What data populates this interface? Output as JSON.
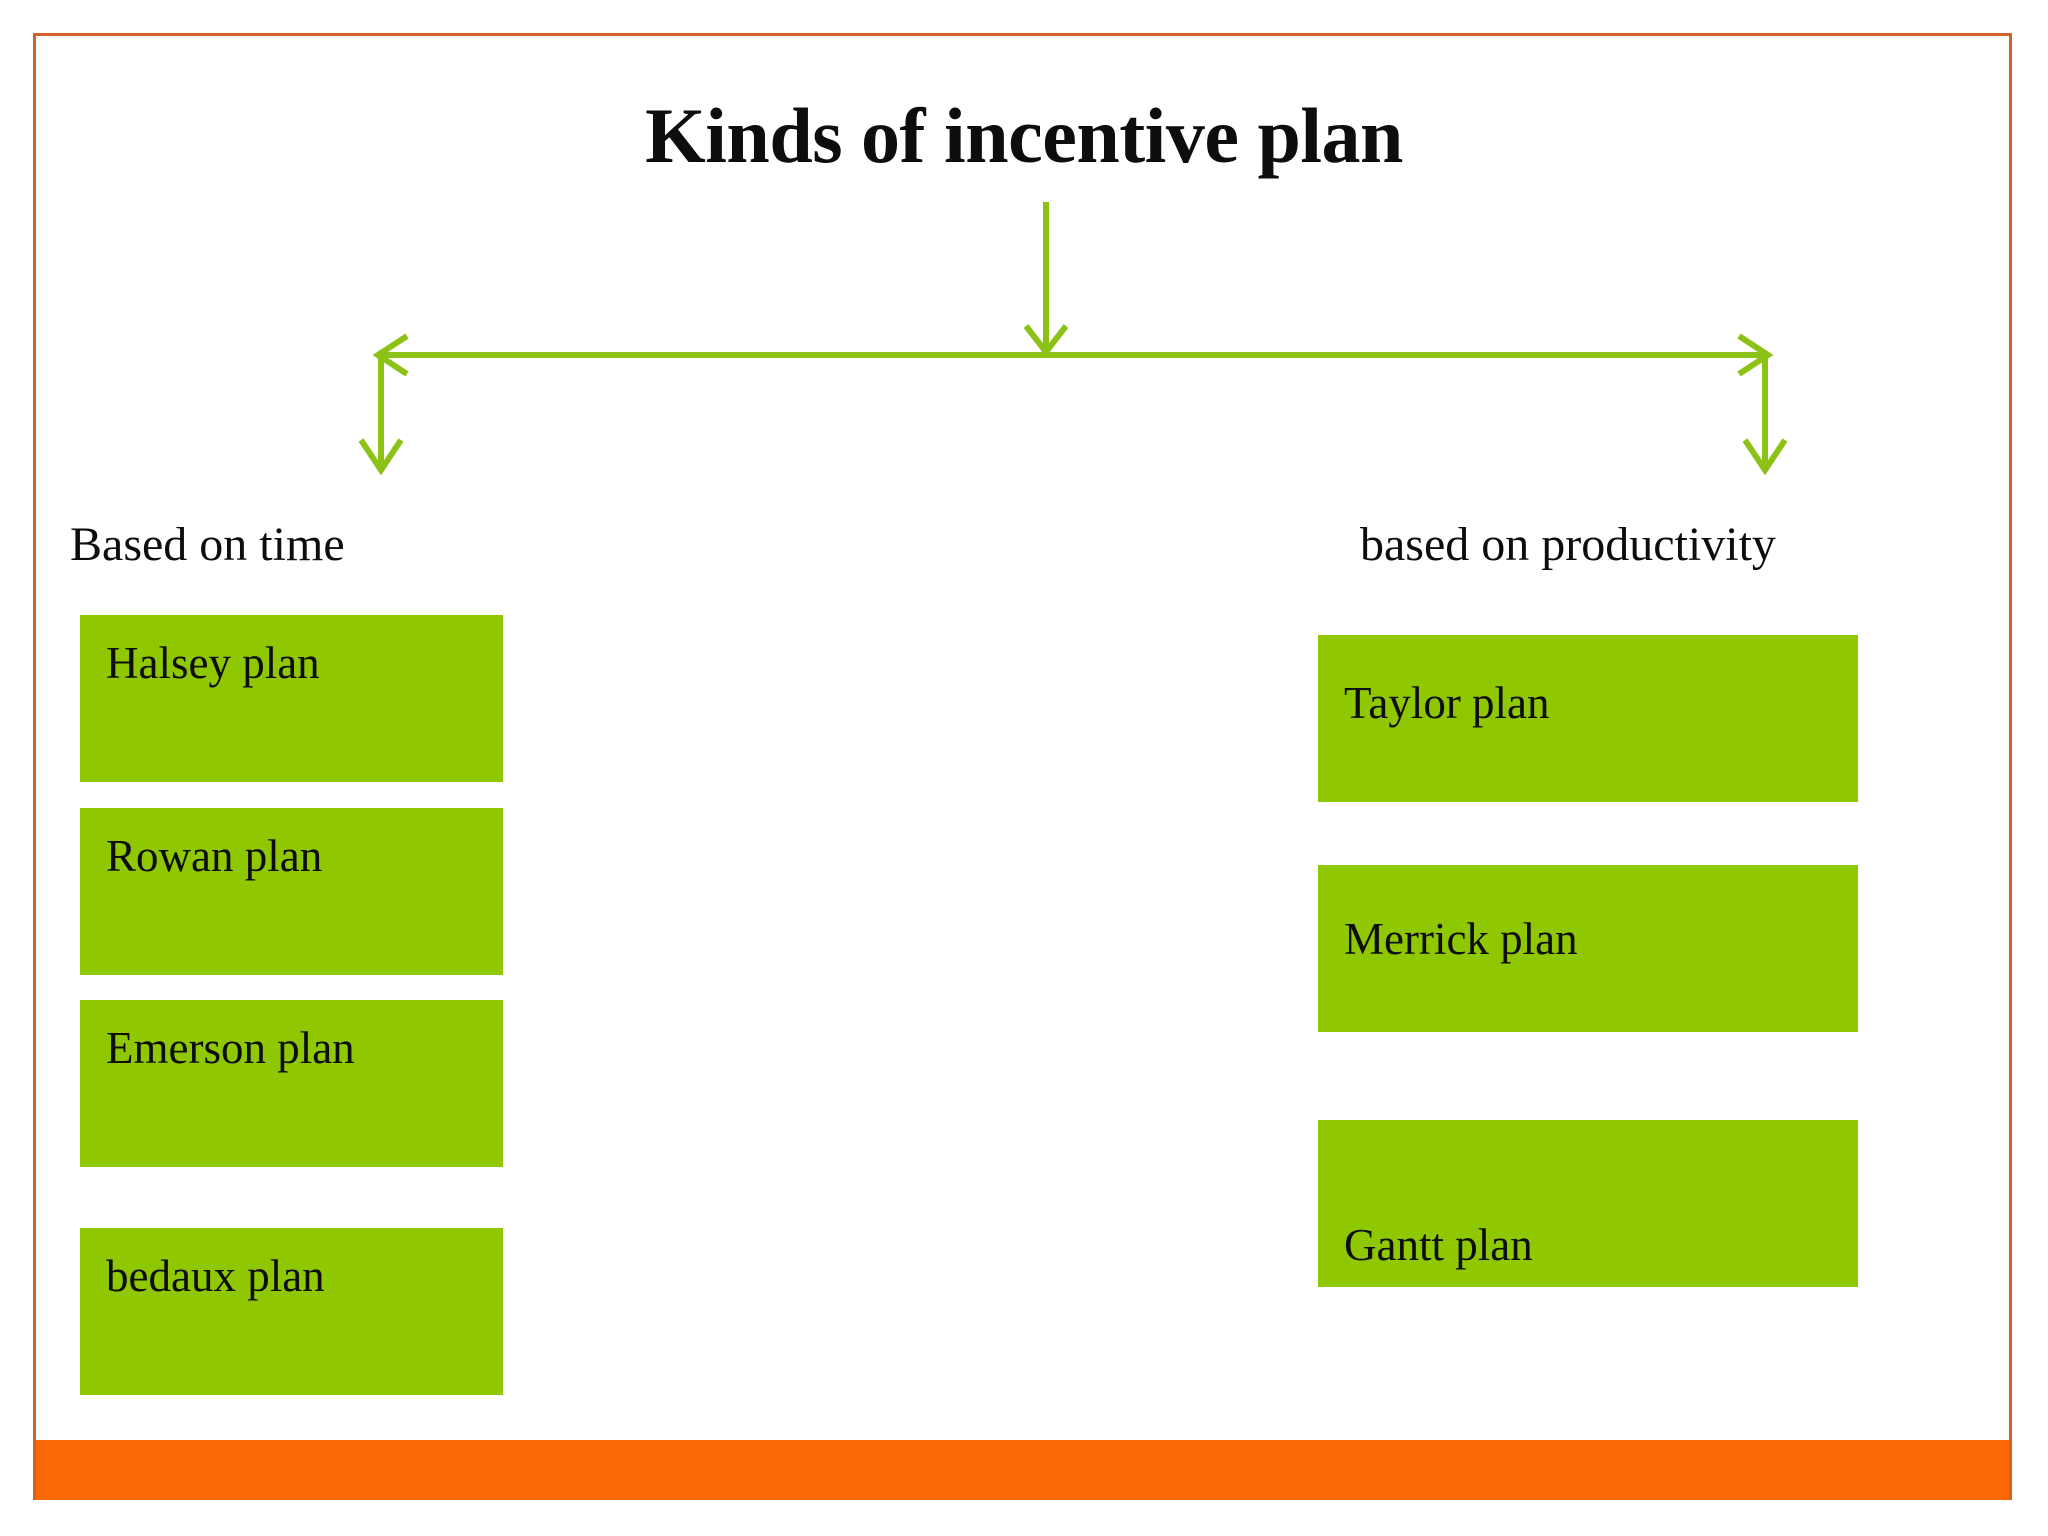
{
  "slide": {
    "title": "Kinds of incentive plan",
    "frame_color": "#D2622A",
    "band_color": "#F96A06",
    "box_color": "#8FC800",
    "connector_color": "#8CC215",
    "background": "#FFFFFF"
  },
  "branches": [
    {
      "caption": "Based on time",
      "items": [
        {
          "label": "Halsey plan"
        },
        {
          "label": "Rowan plan"
        },
        {
          "label": "Emerson plan"
        },
        {
          "label": "bedaux plan"
        }
      ]
    },
    {
      "caption": "based on productivity",
      "items": [
        {
          "label": "Taylor plan"
        },
        {
          "label": "Merrick plan"
        },
        {
          "label": "Gantt plan"
        }
      ]
    }
  ],
  "chart_data": {
    "type": "diagram",
    "title": "Kinds of incentive plan",
    "structure": "tree",
    "root": "Kinds of incentive plan",
    "nodes": [
      {
        "name": "Based on time",
        "children": [
          "Halsey plan",
          "Rowan plan",
          "Emerson plan",
          "bedaux plan"
        ]
      },
      {
        "name": "based on productivity",
        "children": [
          "Taylor plan",
          "Merrick plan",
          "Gantt plan"
        ]
      }
    ]
  }
}
